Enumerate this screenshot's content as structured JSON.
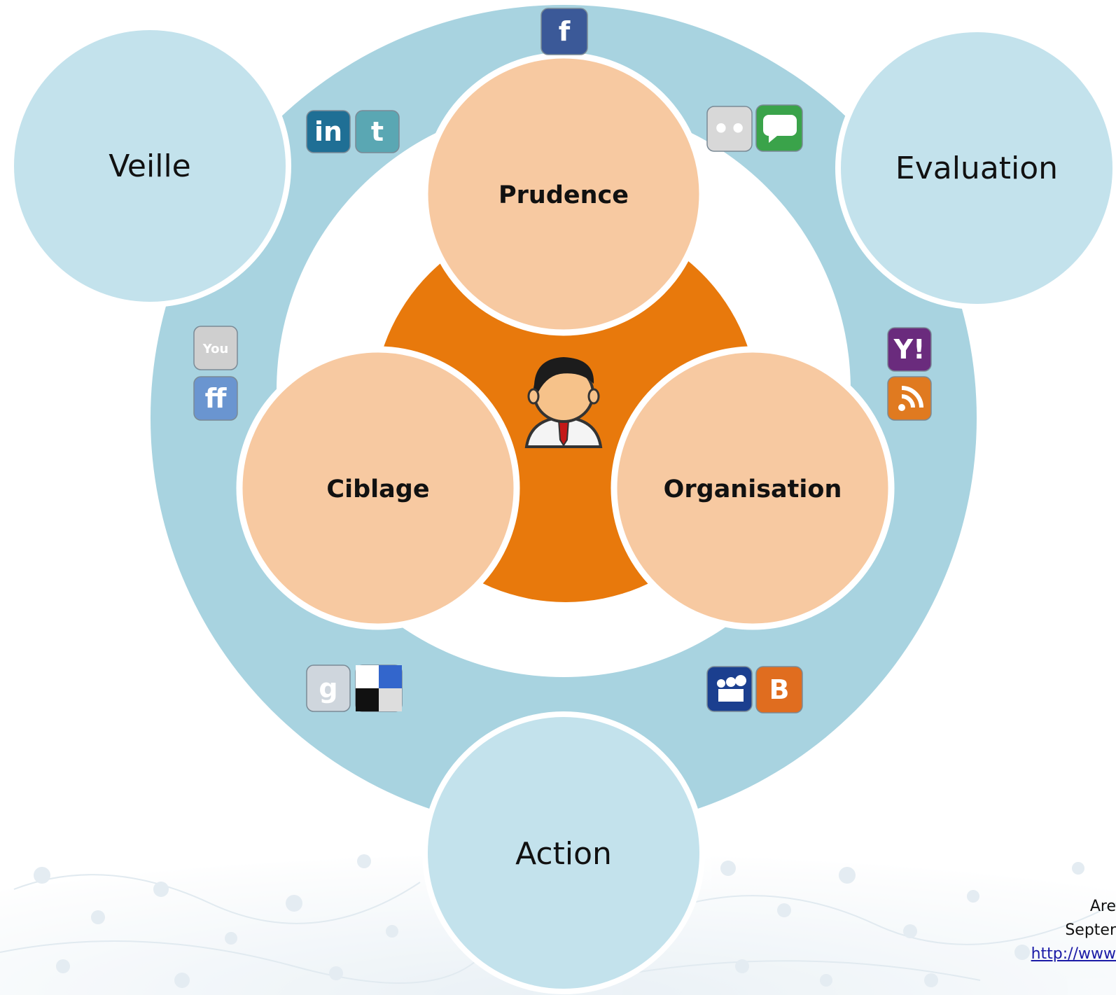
{
  "colors": {
    "outer_ring": "#a8d3e0",
    "outer_circle": "#c3e2ec",
    "inner_disc": "#ffffff",
    "orange_core": "#e8790c",
    "inner_circle": "#f7c9a1",
    "circle_border": "#ffffff",
    "text": "#111111"
  },
  "outer_circles": {
    "veille": "Veille",
    "evaluation": "Evaluation",
    "action": "Action"
  },
  "inner_circles": {
    "prudence": "Prudence",
    "ciblage": "Ciblage",
    "organisation": "Organisation"
  },
  "center_icon": "person-icon",
  "social_icons": [
    {
      "name": "facebook-icon",
      "glyph": "f",
      "color": "#3b5998"
    },
    {
      "name": "linkedin-icon",
      "glyph": "in",
      "color": "#1f6f95"
    },
    {
      "name": "twitter-icon",
      "glyph": "t",
      "color": "#5aa7b3"
    },
    {
      "name": "flickr-icon",
      "glyph": "••",
      "color": "#d8d8d8"
    },
    {
      "name": "chat-icon",
      "glyph": "",
      "color": "#3aa34a"
    },
    {
      "name": "youtube-icon",
      "glyph": "You",
      "color": "#cfcfcf"
    },
    {
      "name": "friendfeed-icon",
      "glyph": "ff",
      "color": "#6a95d0"
    },
    {
      "name": "yahoo-icon",
      "glyph": "Y!",
      "color": "#6a2b7d"
    },
    {
      "name": "rss-icon",
      "glyph": "",
      "color": "#e07a20"
    },
    {
      "name": "google-icon",
      "glyph": "g",
      "color": "#cfd6dd"
    },
    {
      "name": "delicious-icon",
      "glyph": "",
      "color": "#3366cc"
    },
    {
      "name": "myspace-icon",
      "glyph": "",
      "color": "#1b3f8f"
    },
    {
      "name": "blogger-icon",
      "glyph": "B",
      "color": "#e06d1f"
    }
  ],
  "credit": {
    "line1": "Are",
    "line2": "Septer",
    "line3": "http://www"
  }
}
